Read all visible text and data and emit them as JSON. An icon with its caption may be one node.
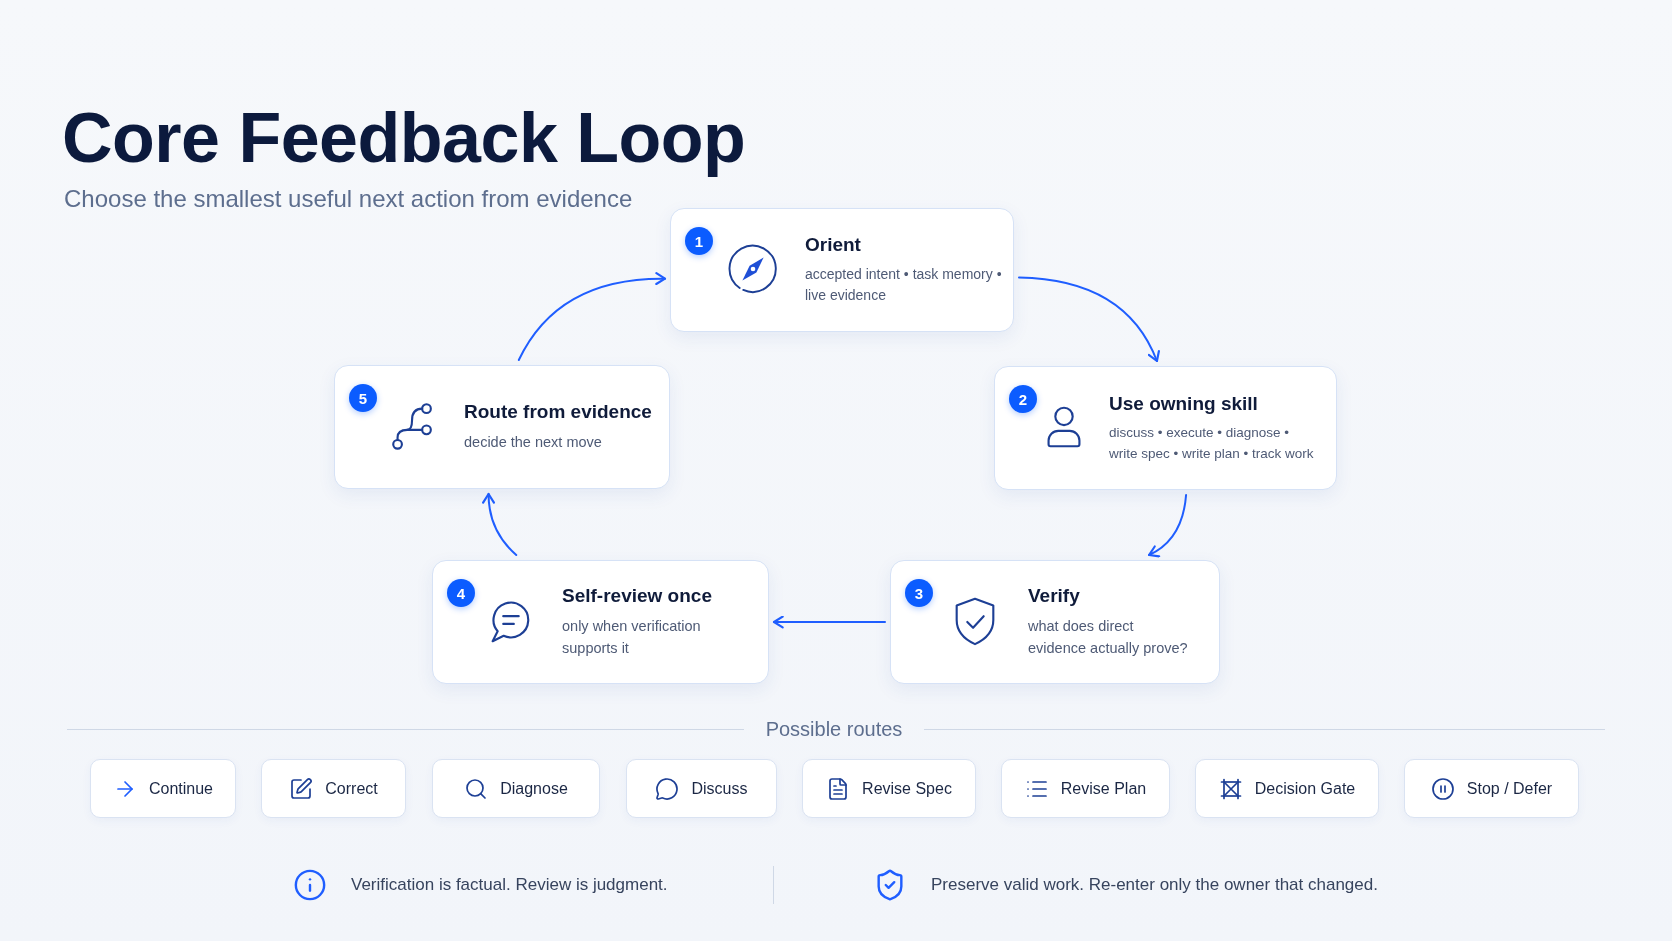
{
  "diagram": {
    "title": "Core Feedback Loop",
    "nodes": [
      {
        "text": [
          "Orient",
          "accepted intent • task memory • live evidence"
        ]
      },
      {
        "text": [
          "1"
        ],
        "in": 0
      },
      {
        "text": [
          "Use owning skill",
          "discuss • execute • diagnose • write spec • write plan • track work"
        ]
      },
      {
        "text": [
          "2"
        ],
        "in": 2
      },
      {
        "text": [
          "Verify",
          "what does direct evidence actually prove?"
        ]
      },
      {
        "text": [
          "3"
        ],
        "in": 4
      },
      {
        "text": [
          "Self-review once",
          "only when verification supports it"
        ]
      },
      {
        "text": [
          "4"
        ],
        "in": 6
      },
      {
        "text": [
          "Route from evidence",
          "decide the next move"
        ]
      },
      {
        "text": [
          "5"
        ],
        "in": 8
      },
      {
        "text": [
          "Continue"
        ]
      },
      {
        "text": [
          "Correct"
        ]
      },
      {
        "text": [
          "Diagnose"
        ]
      },
      {
        "text": [
          "Discuss"
        ]
      },
      {
        "text": [
          "Revise Spec"
        ]
      },
      {
        "text": [
          "Revise Plan"
        ]
      },
      {
        "text": [
          "Decision Gate"
        ]
      },
      {
        "text": [
          "Stop / Defer"
        ]
      }
    ],
    "edges": [
      {
        "from": 0,
        "to": 2,
        "arrow": "to"
      },
      {
        "from": 2,
        "to": 4,
        "arrow": "to"
      },
      {
        "from": 4,
        "to": 6,
        "arrow": "to"
      },
      {
        "from": 6,
        "to": 8,
        "arrow": "to"
      },
      {
        "from": 8,
        "to": 0,
        "arrow": "to"
      }
    ],
    "labels": [
      "Choose the smallest useful next action from evidence",
      "Possible routes",
      "Verification is factual. Review is judgment.",
      "Preserve valid work. Re-enter only the owner that changed."
    ]
  }
}
